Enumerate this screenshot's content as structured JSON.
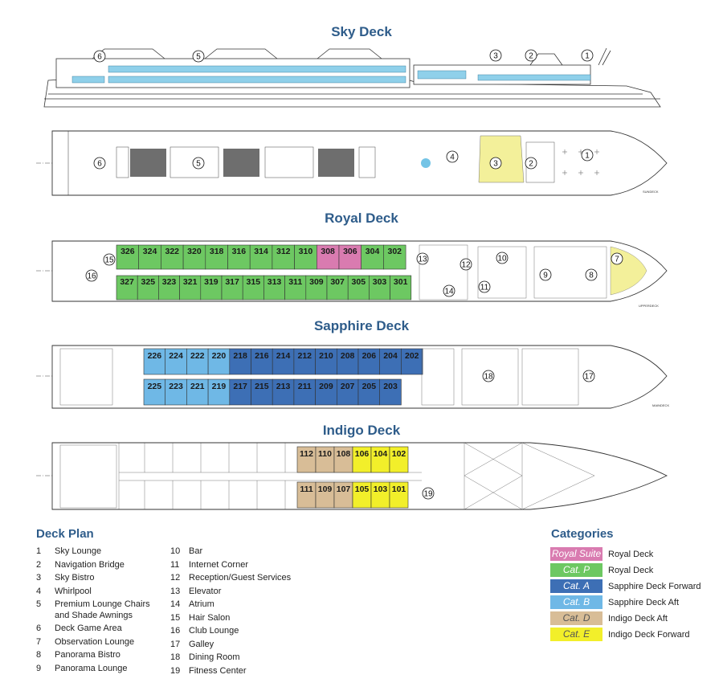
{
  "decks": {
    "sky": {
      "title": "Sky Deck"
    },
    "royal": {
      "title": "Royal Deck"
    },
    "sapphire": {
      "title": "Sapphire Deck"
    },
    "indigo": {
      "title": "Indigo Deck"
    }
  },
  "labels": {
    "sundeck": "SUNDECK",
    "upperdeck": "UPPERDECK",
    "maindeck": "MAINDECK"
  },
  "sky_profile_markers": [
    "6",
    "5",
    "3",
    "2",
    "1"
  ],
  "sky_plan_markers": [
    "6",
    "5",
    "4",
    "3",
    "2",
    "1"
  ],
  "royal_markers": [
    "15",
    "16",
    "13",
    "12",
    "10",
    "11",
    "14",
    "9",
    "8",
    "7"
  ],
  "sapphire_markers": [
    "18",
    "17"
  ],
  "indigo_markers": [
    "19"
  ],
  "cabins": {
    "royal_top": [
      "326",
      "324",
      "322",
      "320",
      "318",
      "316",
      "314",
      "312",
      "310",
      "308",
      "306",
      "304",
      "302"
    ],
    "royal_bottom": [
      "327",
      "325",
      "323",
      "321",
      "319",
      "317",
      "315",
      "313",
      "311",
      "309",
      "307",
      "305",
      "303",
      "301"
    ],
    "sapphire_top": [
      "226",
      "224",
      "222",
      "220",
      "218",
      "216",
      "214",
      "212",
      "210",
      "208",
      "206",
      "204",
      "202"
    ],
    "sapphire_bottom": [
      "225",
      "223",
      "221",
      "219",
      "217",
      "215",
      "213",
      "211",
      "209",
      "207",
      "205",
      "203"
    ],
    "indigo_top": [
      "112",
      "110",
      "108",
      "106",
      "104",
      "102"
    ],
    "indigo_bottom": [
      "111",
      "109",
      "107",
      "105",
      "103",
      "101"
    ]
  },
  "deck_plan": {
    "title": "Deck Plan",
    "col1": [
      {
        "n": "1",
        "t": "Sky Lounge"
      },
      {
        "n": "2",
        "t": "Navigation Bridge"
      },
      {
        "n": "3",
        "t": "Sky Bistro"
      },
      {
        "n": "4",
        "t": "Whirlpool"
      },
      {
        "n": "5",
        "t": "Premium Lounge Chairs\nand Shade Awnings"
      },
      {
        "n": "6",
        "t": "Deck Game Area"
      },
      {
        "n": "7",
        "t": "Observation Lounge"
      },
      {
        "n": "8",
        "t": "Panorama Bistro"
      },
      {
        "n": "9",
        "t": "Panorama Lounge"
      }
    ],
    "col2": [
      {
        "n": "10",
        "t": "Bar"
      },
      {
        "n": "11",
        "t": "Internet Corner"
      },
      {
        "n": "12",
        "t": "Reception/Guest Services"
      },
      {
        "n": "13",
        "t": "Elevator"
      },
      {
        "n": "14",
        "t": "Atrium"
      },
      {
        "n": "15",
        "t": "Hair Salon"
      },
      {
        "n": "16",
        "t": "Club Lounge"
      },
      {
        "n": "17",
        "t": "Galley"
      },
      {
        "n": "18",
        "t": "Dining Room"
      },
      {
        "n": "19",
        "t": "Fitness Center"
      }
    ]
  },
  "categories": {
    "title": "Categories",
    "items": [
      {
        "badge": "Royal Suite",
        "desc": "Royal Deck",
        "color": "#d97bb0"
      },
      {
        "badge": "Cat. P",
        "desc": "Royal Deck",
        "color": "#6dc862"
      },
      {
        "badge": "Cat. A",
        "desc": "Sapphire Deck Forward",
        "color": "#3d6fb5"
      },
      {
        "badge": "Cat. B",
        "desc": "Sapphire Deck Aft",
        "color": "#6fb8e6"
      },
      {
        "badge": "Cat. D",
        "desc": "Indigo Deck Aft",
        "color": "#d8bd97"
      },
      {
        "badge": "Cat. E",
        "desc": "Indigo Deck Forward",
        "color": "#f2ef2a"
      }
    ]
  },
  "colors": {
    "royal_suite": "#d97bb0",
    "cat_p": "#6dc862",
    "cat_a": "#3d6fb5",
    "cat_b": "#6fb8e6",
    "cat_d": "#d8bd97",
    "cat_e": "#f2ef2a",
    "accent": "#2e5c8a"
  }
}
